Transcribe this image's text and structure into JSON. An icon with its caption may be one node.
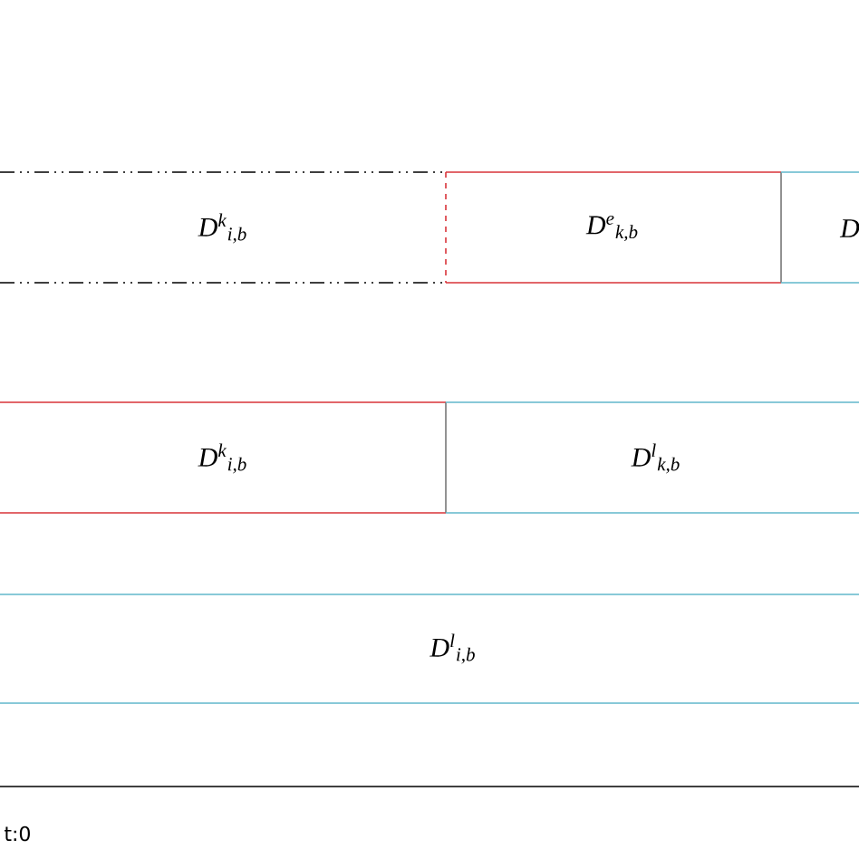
{
  "diagram": {
    "nodes": [
      {
        "text": [
          "D$^{k}$$_{i,b}$"
        ]
      },
      {
        "text": [
          "D$^{e}$$_{k,b}$"
        ]
      },
      {
        "text": [
          "D"
        ]
      },
      {
        "text": [
          "D$^{k}$$_{i,b}$"
        ]
      },
      {
        "text": [
          "D$^{l}$$_{k,b}$"
        ]
      },
      {
        "text": [
          "D$^{l}$$_{i,b}$"
        ]
      }
    ],
    "labels": [
      "t:0"
    ]
  }
}
